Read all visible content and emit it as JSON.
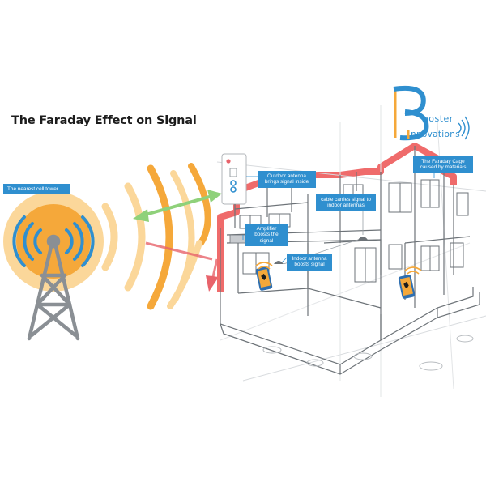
{
  "title": "The Faraday Effect on Signal",
  "logo": {
    "line1": "ooster",
    "line2": "nnovations"
  },
  "labels": {
    "cell_tower": "The nearest cell tower",
    "outdoor_antenna": "Outdoor antenna brings signal inside",
    "cable": "cable carries signal to indoor antennas",
    "amplifier": "Amplifier boosts the signal",
    "indoor_antenna": "Indoor antenna boosts signal",
    "faraday_cage": "The Faraday Cage caused by materials"
  },
  "colors": {
    "label_bg": "#2f8fcf",
    "signal_orange": "#f5a83a",
    "signal_light": "#fbd79a",
    "arrow_green": "#8fd17a",
    "arrow_red": "#e8636b",
    "cage_red": "#ef6b6b",
    "tower_gray": "#8a8f94",
    "logo_blue": "#2f8fcf",
    "logo_orange": "#f5a83a"
  },
  "icons": [
    "cell-tower-icon",
    "signal-waves-icon",
    "outdoor-antenna-icon",
    "amplifier-icon",
    "indoor-antenna-icon",
    "phone-icon",
    "house-sketch"
  ]
}
